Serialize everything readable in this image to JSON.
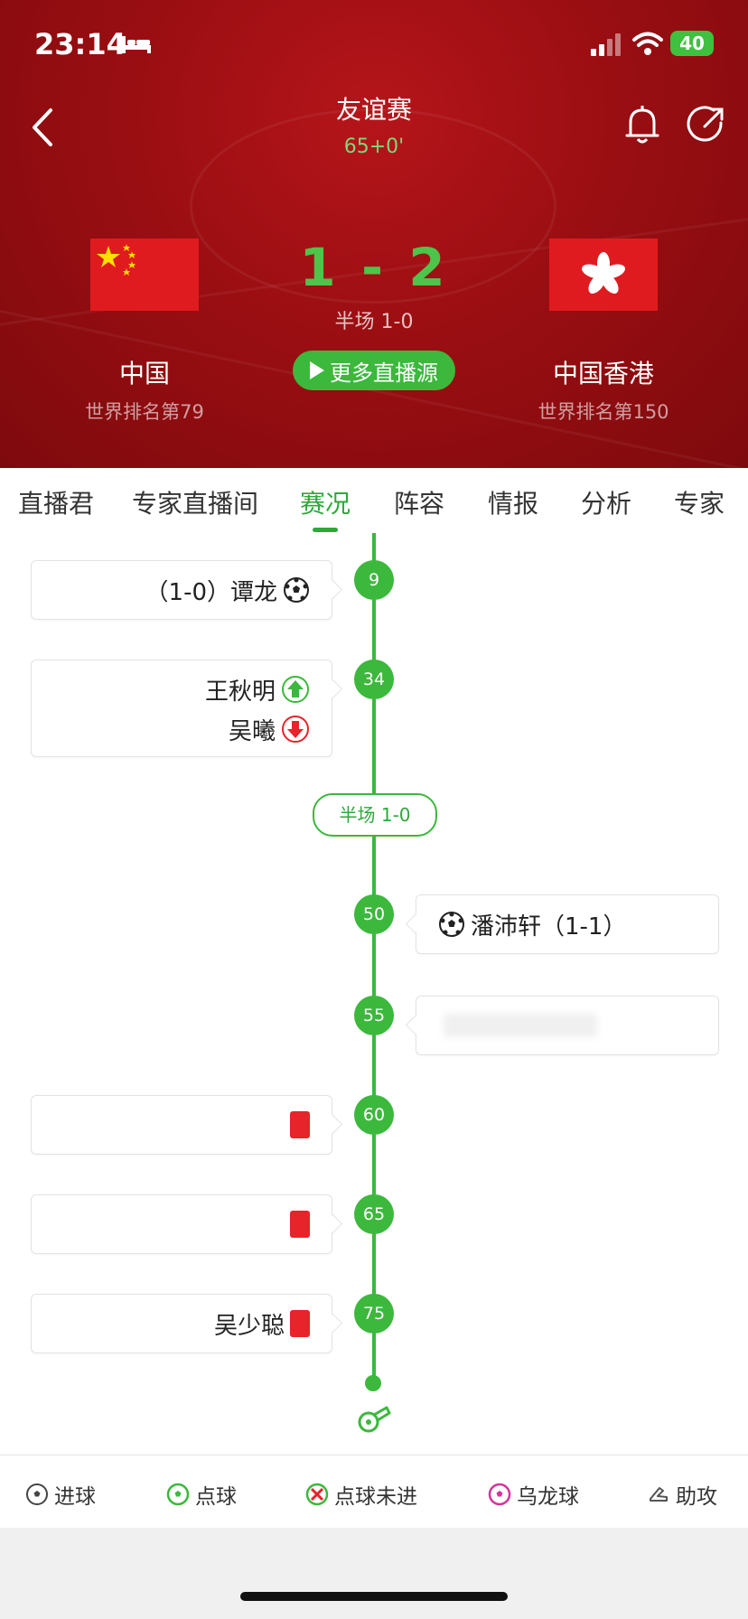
{
  "status_bar": {
    "time": "23:14",
    "battery": "40"
  },
  "header": {
    "match_type": "友谊赛",
    "match_time": "65+0'",
    "score": "1 - 2",
    "halftime": "半场 1-0",
    "live_button": "更多直播源",
    "home": {
      "name": "中国",
      "rank": "世界排名第79"
    },
    "away": {
      "name": "中国香港",
      "rank": "世界排名第150"
    }
  },
  "tabs": [
    "直播君",
    "专家直播间",
    "赛况",
    "阵容",
    "情报",
    "分析",
    "专家"
  ],
  "active_tab": "赛况",
  "timeline": {
    "events": [
      {
        "minute": "9",
        "text": "（1-0）谭龙"
      },
      {
        "minute": "34",
        "player_in": "王秋明",
        "player_out": "吴曦"
      },
      {
        "minute": "50",
        "text": "潘沛轩（1-1）"
      },
      {
        "minute": "55",
        "text": ""
      },
      {
        "minute": "60",
        "text": ""
      },
      {
        "minute": "65",
        "text": ""
      },
      {
        "minute": "75",
        "text": "吴少聪"
      }
    ],
    "halftime_label": "半场 1-0"
  },
  "legend": [
    "进球",
    "点球",
    "点球未进",
    "乌龙球",
    "助攻"
  ],
  "colors": {
    "accent_green": "#3cb83c",
    "header_red": "#9a0e12",
    "red_card": "#e8232a"
  }
}
